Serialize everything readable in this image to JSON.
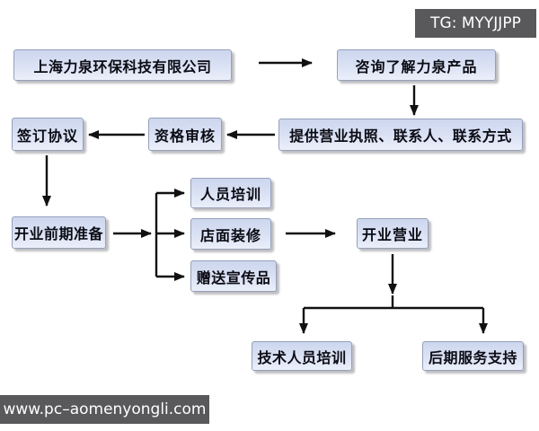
{
  "badges": {
    "tg": "TG: MYYJJPP",
    "watermark": "www.pc–aomenyongli.com"
  },
  "flowchart": {
    "nodes": {
      "company": "上海力泉环保科技有限公司",
      "consult": "咨询了解力泉产品",
      "provide": "提供营业执照、联系人、联系方式",
      "review": "资格审核",
      "sign": "签订协议",
      "prepare": "开业前期准备",
      "training": "人员培训",
      "decoration": "店面装修",
      "promo": "赠送宣传品",
      "opening": "开业营业",
      "tech_training": "技术人员培训",
      "support": "后期服务支持"
    },
    "edges": [
      {
        "from": "company",
        "to": "consult"
      },
      {
        "from": "consult",
        "to": "provide"
      },
      {
        "from": "provide",
        "to": "review"
      },
      {
        "from": "review",
        "to": "sign"
      },
      {
        "from": "sign",
        "to": "prepare"
      },
      {
        "from": "prepare",
        "to": "training"
      },
      {
        "from": "prepare",
        "to": "decoration"
      },
      {
        "from": "prepare",
        "to": "promo"
      },
      {
        "from": "decoration",
        "to": "opening"
      },
      {
        "from": "opening",
        "to": "tech_training"
      },
      {
        "from": "opening",
        "to": "support"
      }
    ],
    "colors": {
      "node_fill": "#dbe2f4",
      "node_border": "#96a0ba",
      "arrow": "#111111",
      "badge_bg": "#59595b",
      "badge_text": "#ffffff",
      "background": "#ffffff"
    }
  }
}
